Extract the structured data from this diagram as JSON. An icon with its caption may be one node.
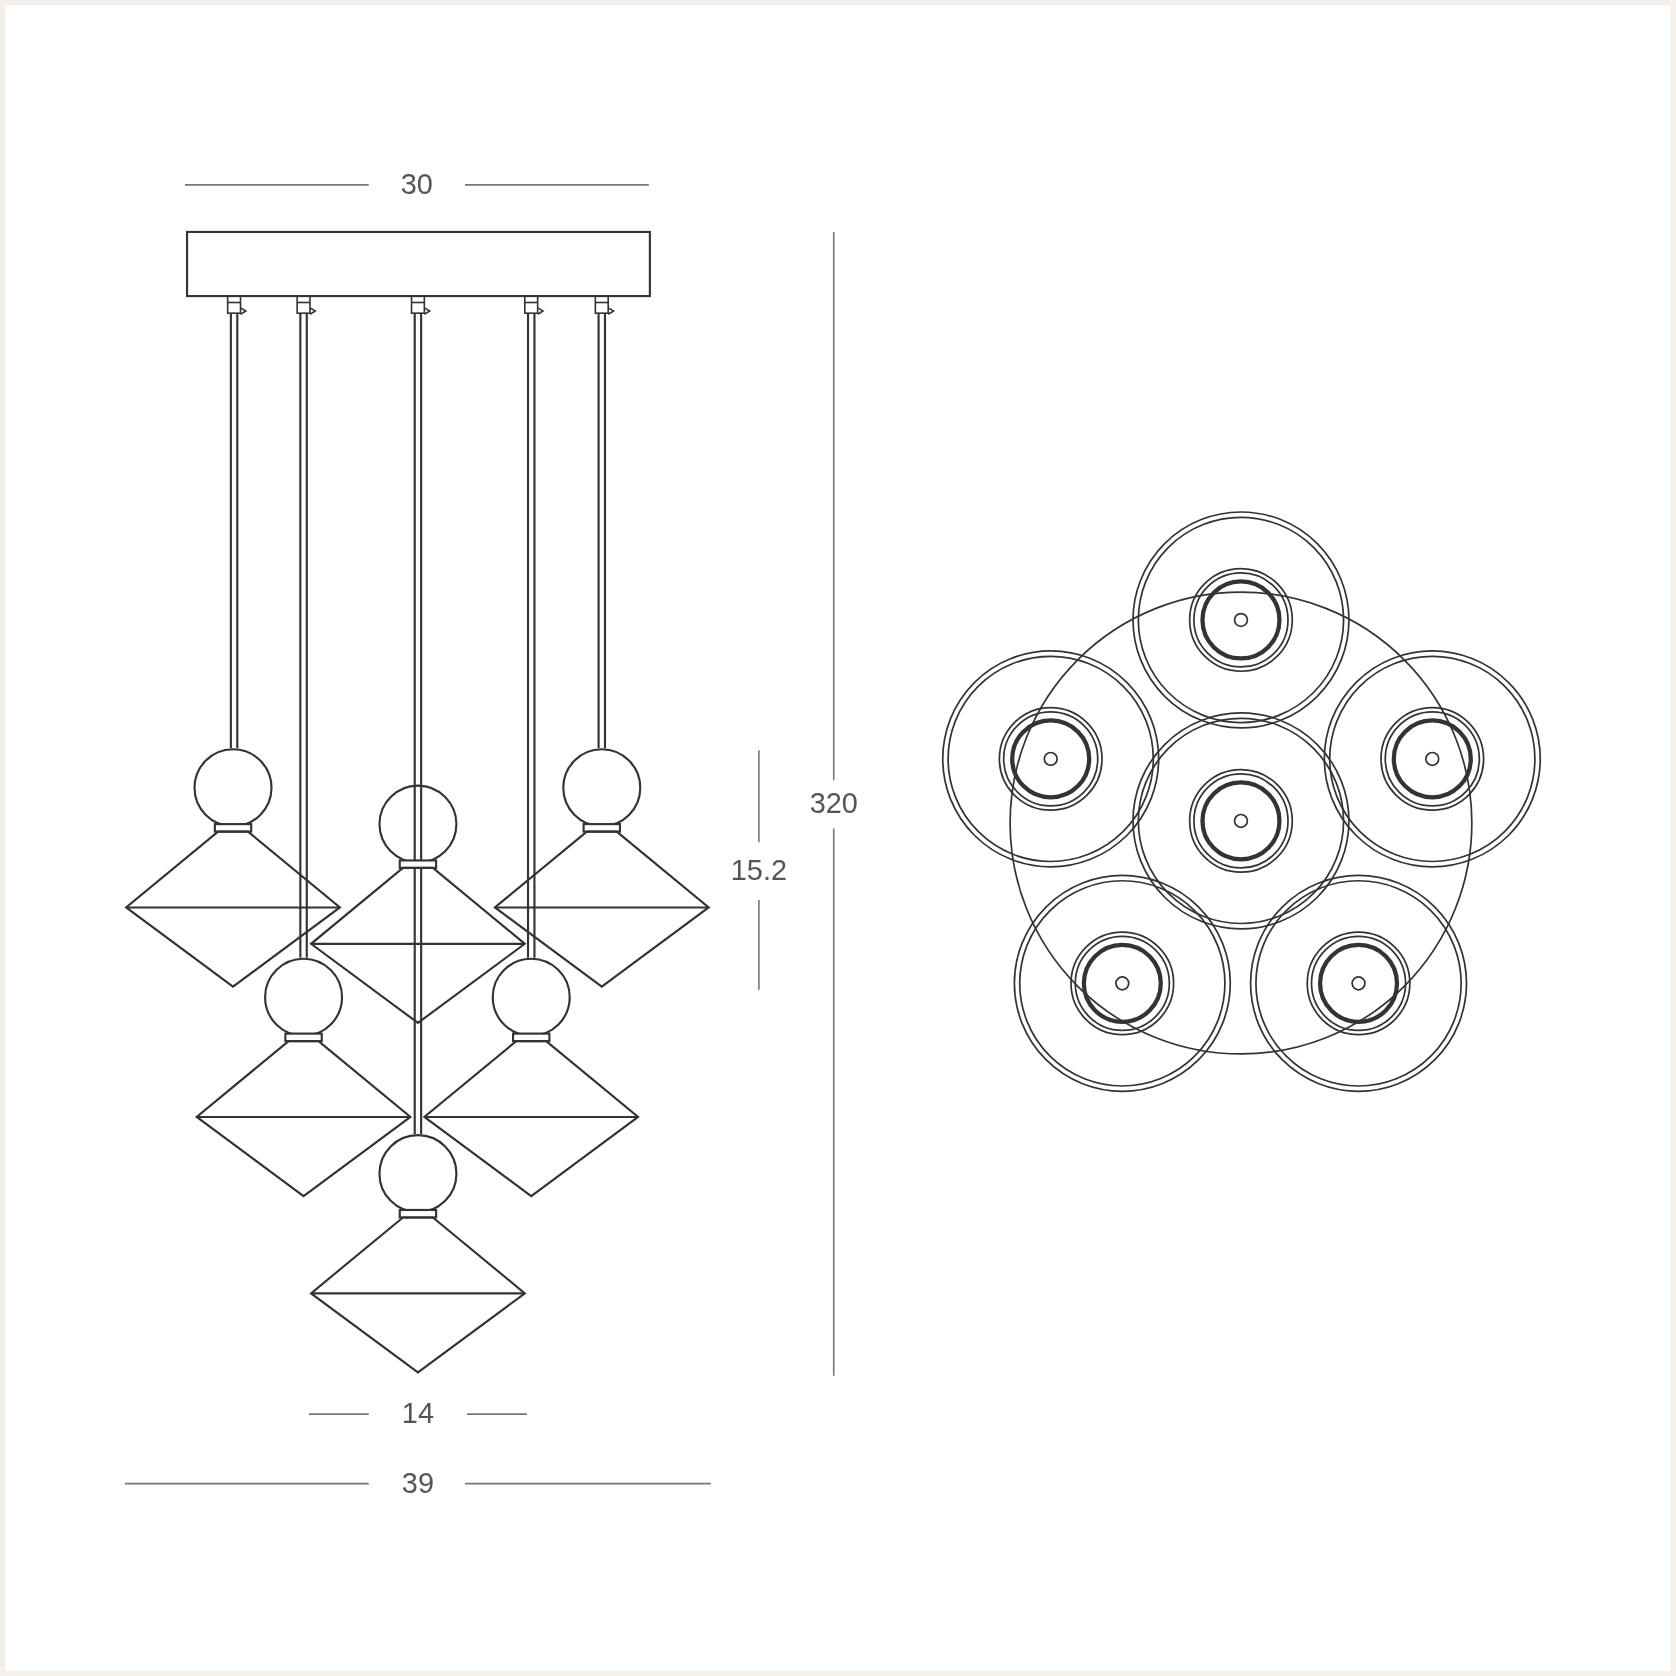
{
  "diagram": {
    "labels": [
      "30",
      "320",
      "15.2",
      "14",
      "39"
    ]
  }
}
